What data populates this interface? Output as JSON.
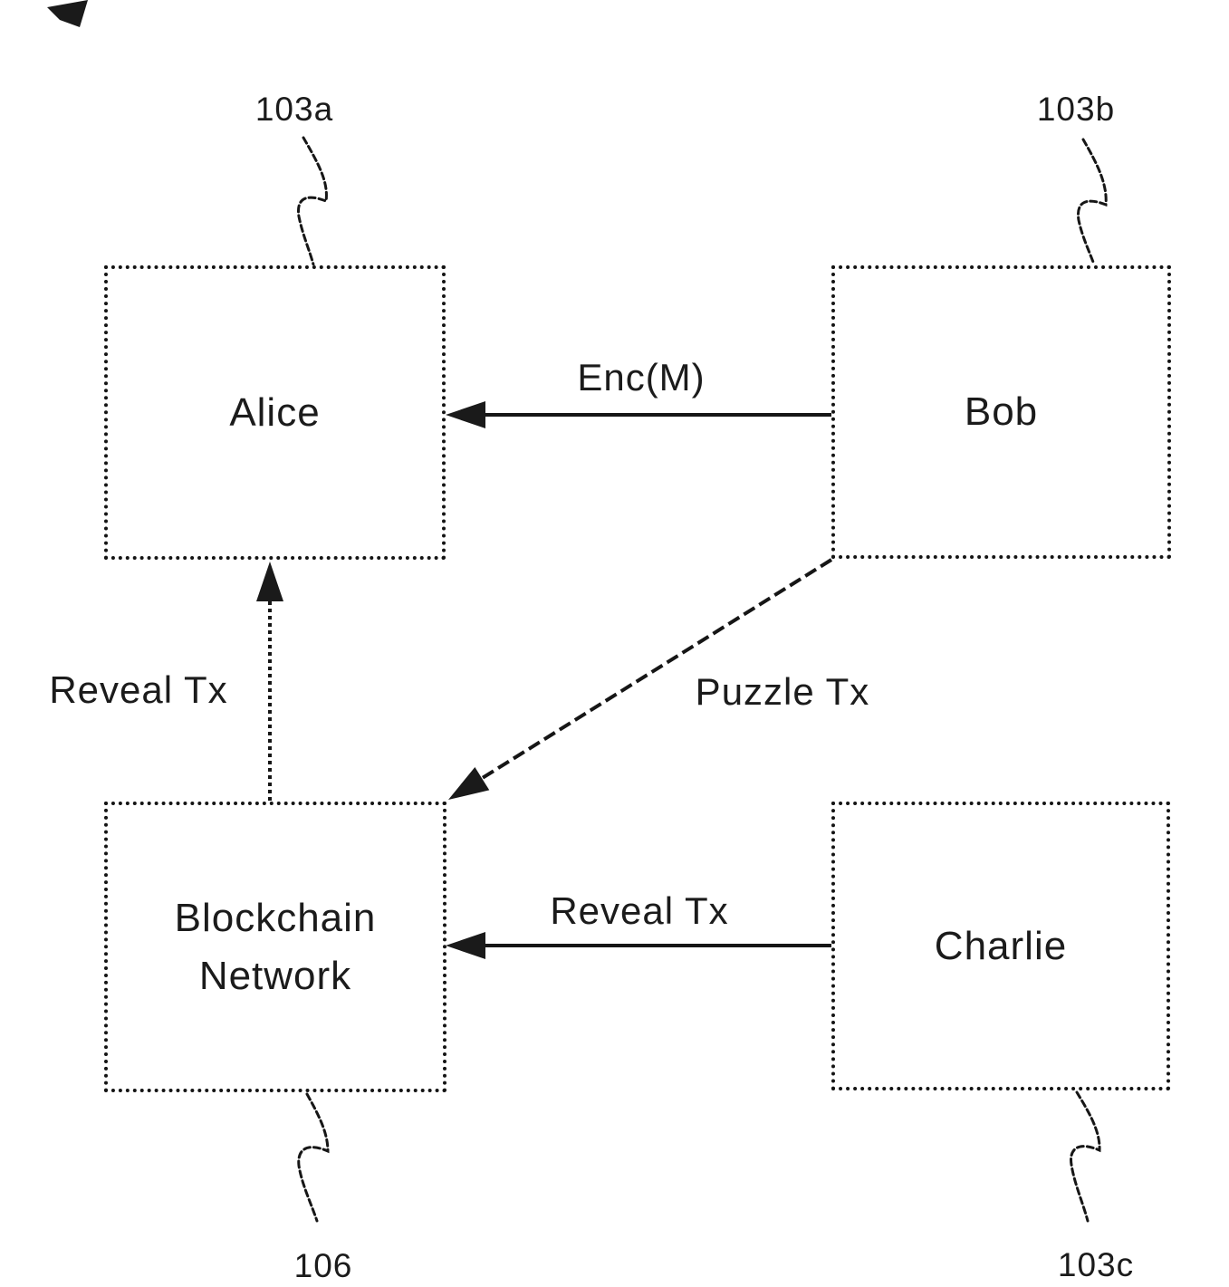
{
  "figure": {
    "nodes": {
      "alice": {
        "label": "Alice",
        "ref": "103a"
      },
      "bob": {
        "label": "Bob",
        "ref": "103b"
      },
      "blockchain_network": {
        "label": "Blockchain Network",
        "ref": "106"
      },
      "charlie": {
        "label": "Charlie",
        "ref": "103c"
      }
    },
    "edges": {
      "enc_m": {
        "label": "Enc(M)",
        "from": "Bob",
        "to": "Alice"
      },
      "reveal_tx_upper": {
        "label": "Reveal Tx",
        "from": "Blockchain Network",
        "to": "Alice"
      },
      "puzzle_tx": {
        "label": "Puzzle Tx",
        "from": "Bob",
        "to": "Blockchain Network"
      },
      "reveal_tx_lower": {
        "label": "Reveal Tx",
        "from": "Charlie",
        "to": "Blockchain Network"
      }
    },
    "colors": {
      "ink": "#1a1a1a",
      "background": "#ffffff"
    }
  }
}
